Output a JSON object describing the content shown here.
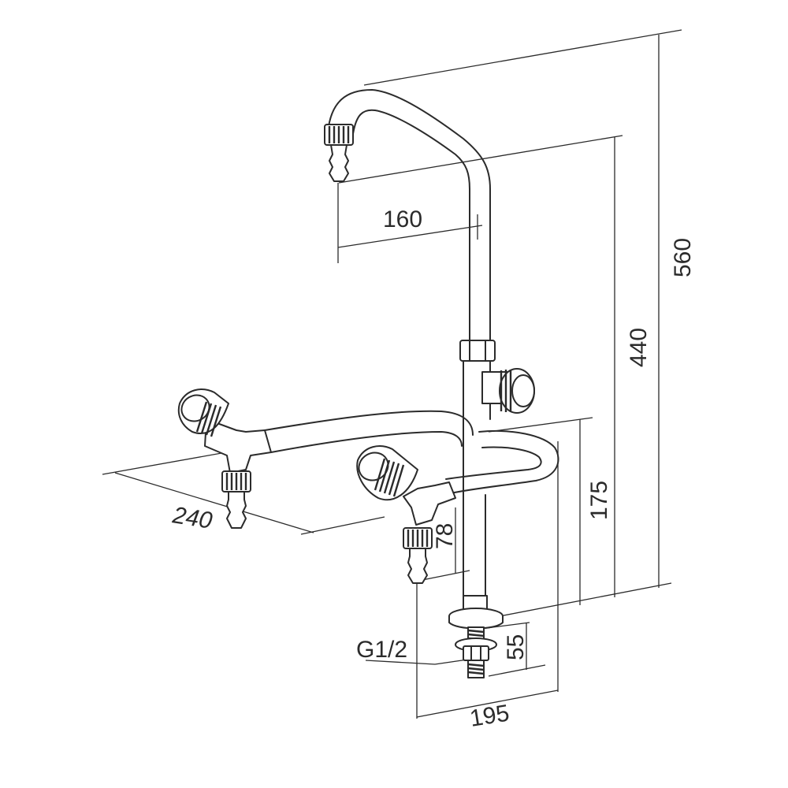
{
  "dimensions": {
    "spout_reach": "160",
    "total_height": "560",
    "spout_height": "440",
    "cross_pipe_height": "175",
    "width": "240",
    "outlet_drop": "78",
    "thread_length": "55",
    "depth": "195",
    "thread_size": "G1/2"
  },
  "colors": {
    "line": "#2b2b2b",
    "background": "#ffffff"
  }
}
